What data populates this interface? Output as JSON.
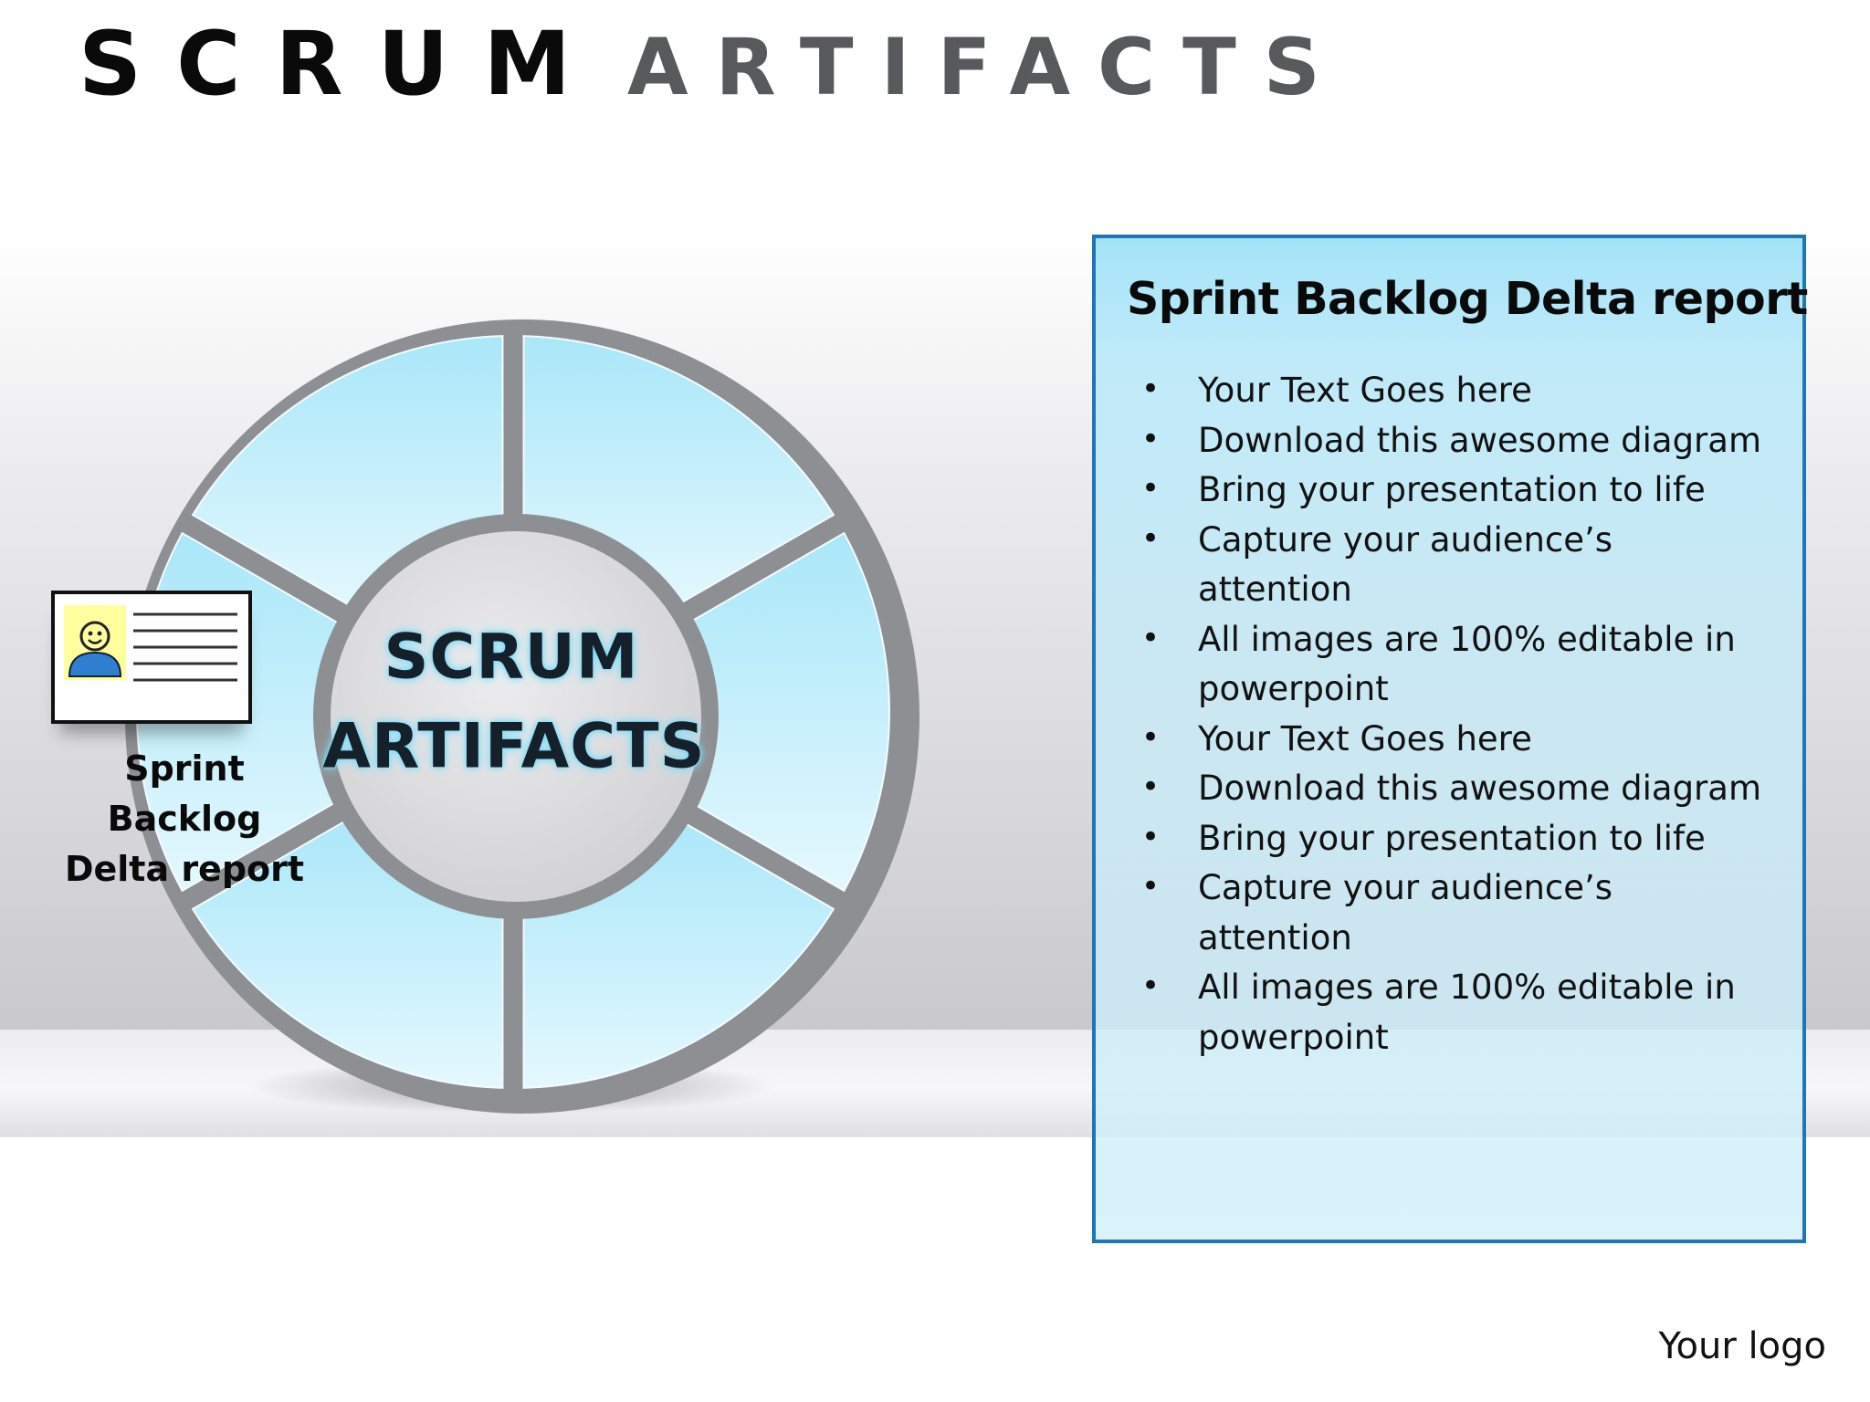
{
  "slide": {
    "title_word1": "SCRUM",
    "title_word2": "ARTIFACTS"
  },
  "diagram": {
    "segments": 6,
    "highlighted_segment_index": 4,
    "center_line1": "SCRUM",
    "center_line2": "ARTIFACTS",
    "callout_label": "Sprint Backlog Delta report",
    "callout_icon": "id-card-icon",
    "colors": {
      "segment_light": "#dff6fd",
      "segment_dark": "#a9e7f9",
      "hub": "#dcdcde",
      "rim": "#8e8f93"
    }
  },
  "panel": {
    "title": "Sprint Backlog Delta report",
    "bullets": [
      "Your Text Goes here",
      "Download this awesome diagram",
      "Bring your presentation to life",
      "Capture your audience’s attention",
      "All images are 100% editable in powerpoint",
      "Your Text Goes here",
      "Download this awesome diagram",
      "Bring your presentation to life",
      "Capture your audience’s attention",
      "All images are 100% editable in powerpoint"
    ],
    "border_color": "#1f75b7"
  },
  "footer": {
    "logo_text": "Your logo"
  }
}
